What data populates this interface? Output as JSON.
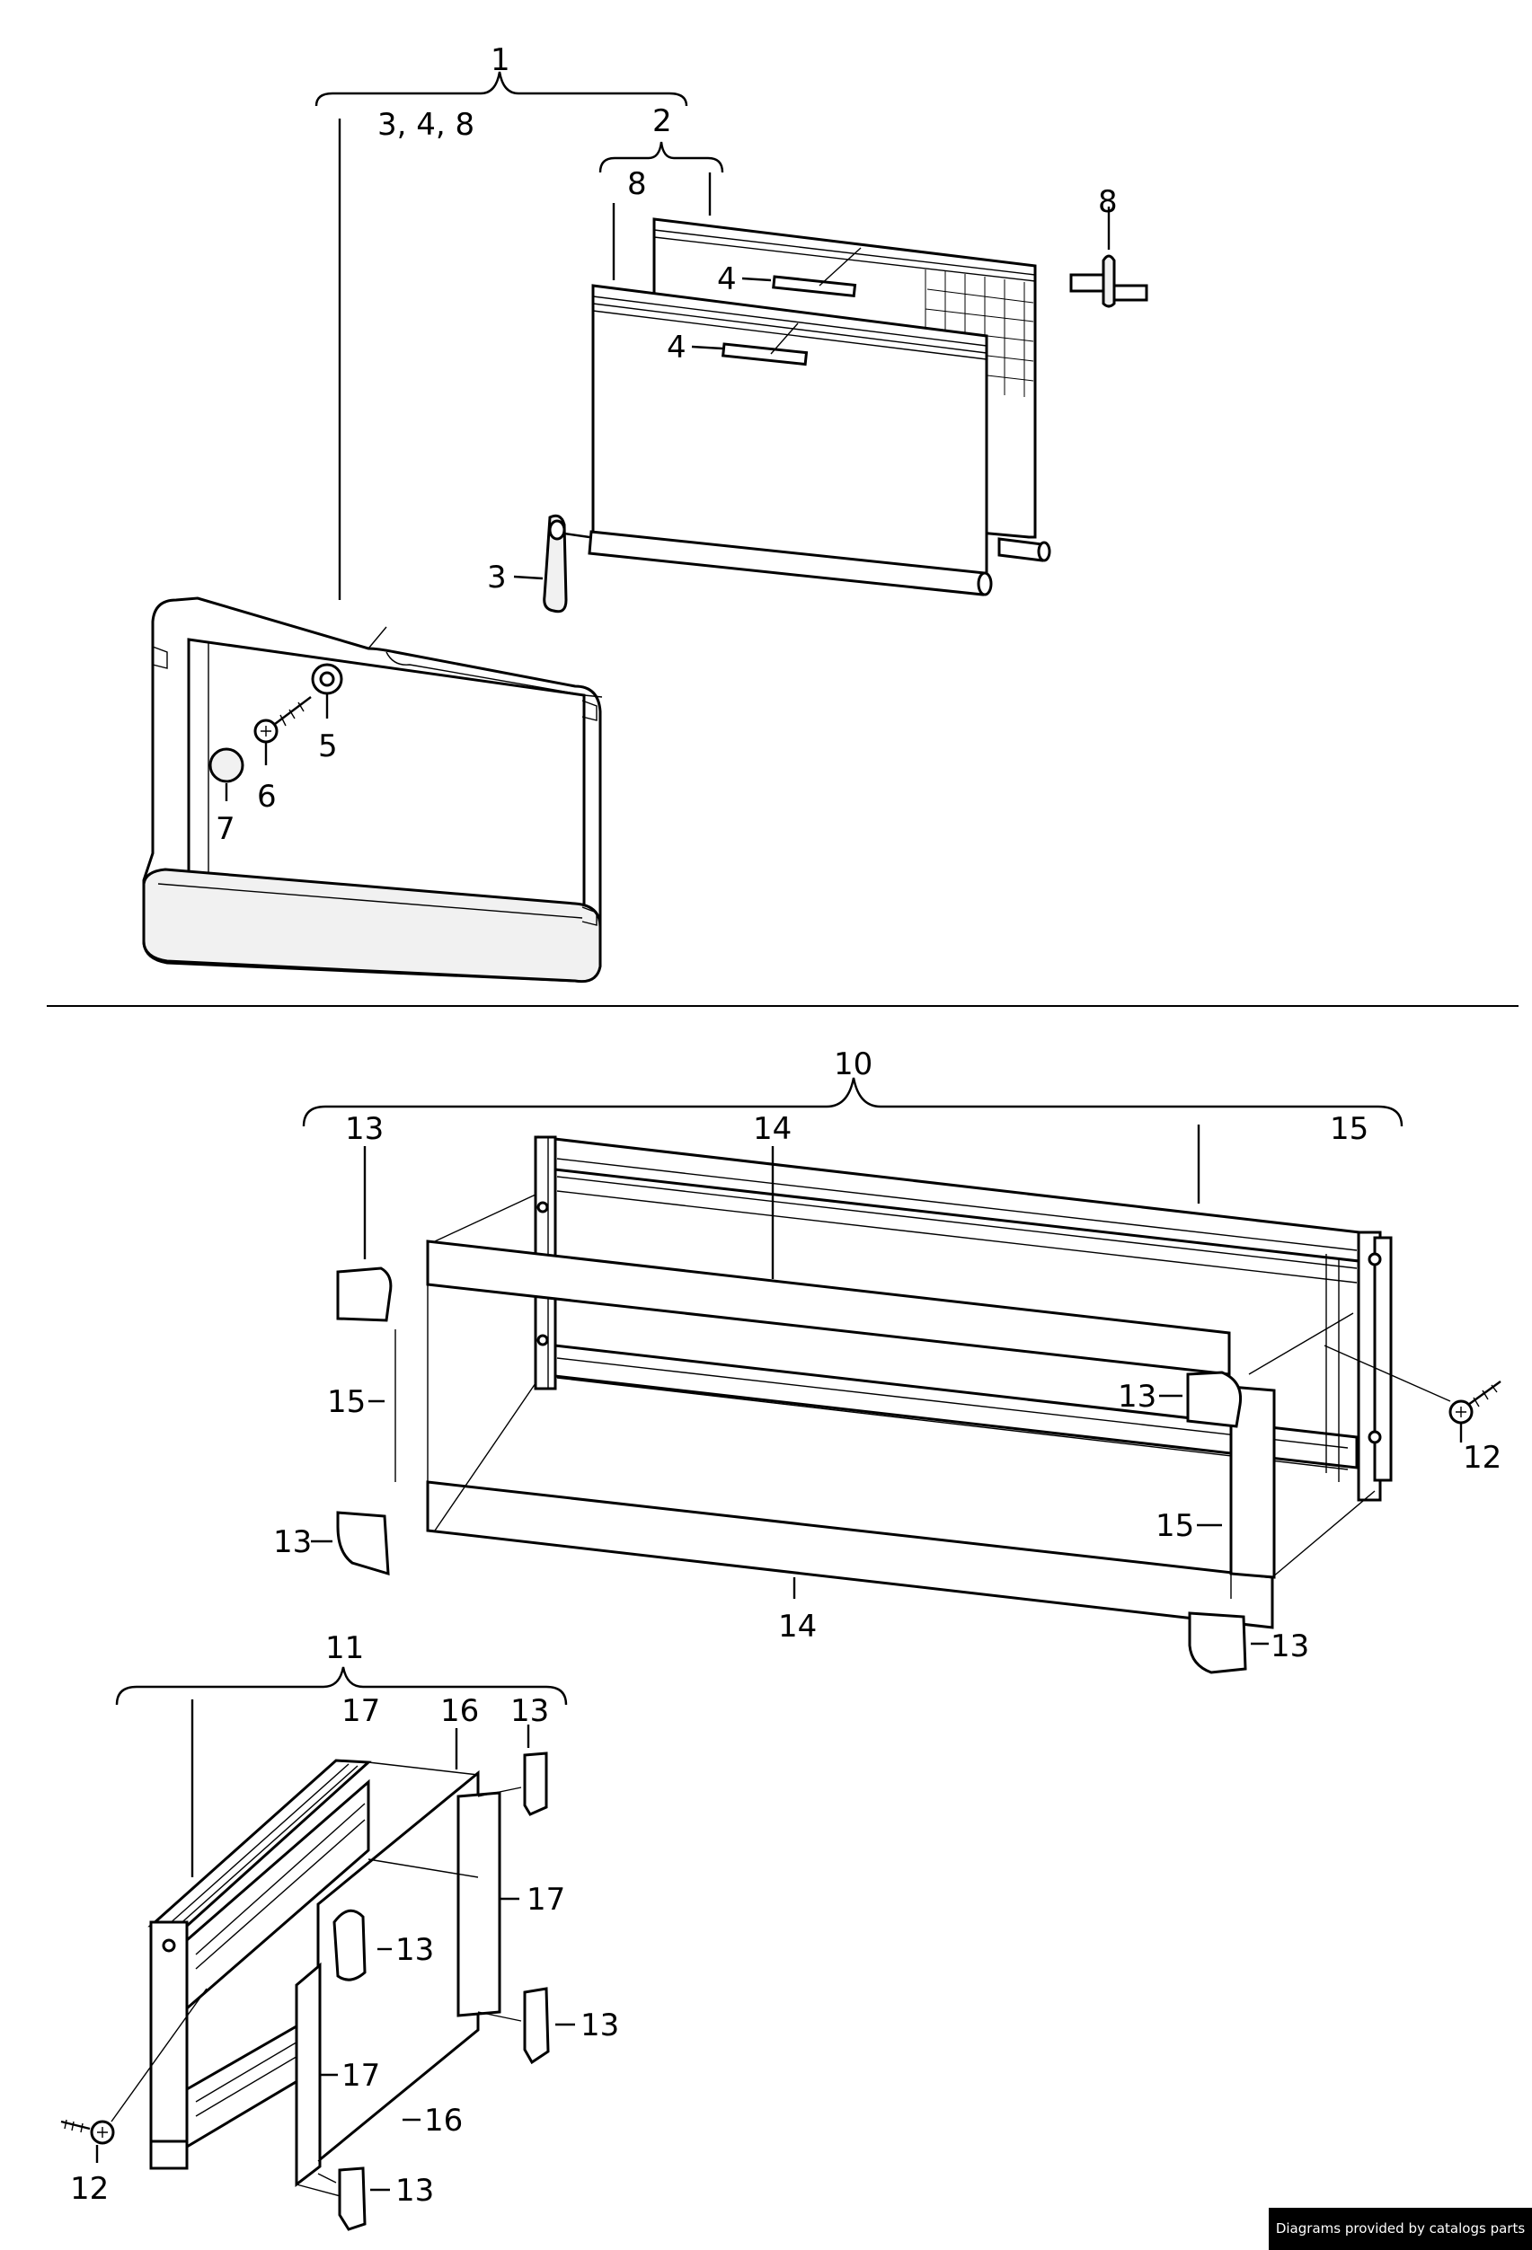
{
  "labels": {
    "l1": "1",
    "l348": "3, 4, 8",
    "l2": "2",
    "l8a": "8",
    "l8b": "8",
    "l4a": "4",
    "l4b": "4",
    "l3": "3",
    "l5": "5",
    "l6": "6",
    "l7": "7",
    "l10": "10",
    "l13a": "13",
    "l14a": "14",
    "l15a": "15",
    "l15b": "15",
    "l13b": "13",
    "l12a": "12",
    "l13c": "13",
    "l15c": "15",
    "l14b": "14",
    "l13d": "13",
    "l11": "11",
    "l17a": "17",
    "l16a": "16",
    "l13e": "13",
    "l17b": "17",
    "l13f": "13",
    "l13g": "13",
    "l17c": "17",
    "l16b": "16",
    "l12b": "12",
    "l13h": "13"
  },
  "credit": "Diagrams provided by catalogs parts"
}
